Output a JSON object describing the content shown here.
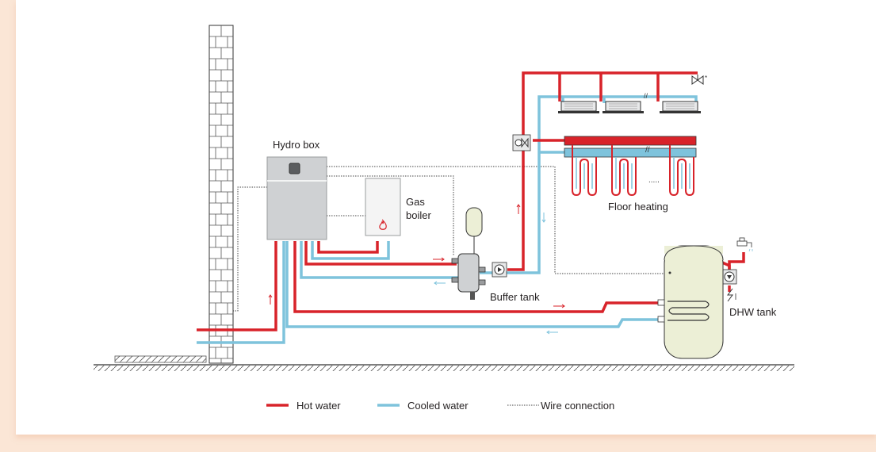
{
  "labels": {
    "hydro_box": "Hydro box",
    "gas_boiler_line1": "Gas",
    "gas_boiler_line2": "boiler",
    "floor_heating": "Floor heating",
    "buffer_tank": "Buffer tank",
    "dhw_tank": "DHW tank"
  },
  "legend": {
    "hot_water": "Hot water",
    "cooled_water": "Cooled water",
    "wire_connection": "Wire connection"
  },
  "colors": {
    "hot": "#d8232a",
    "cooled": "#7ec3dc",
    "accent_border": "#fbe6d6",
    "tank_fill": "#ecefd6"
  },
  "icons": [
    "flame-icon",
    "pump-icon",
    "valve-icon",
    "faucet-icon",
    "fan-coil-icon"
  ]
}
